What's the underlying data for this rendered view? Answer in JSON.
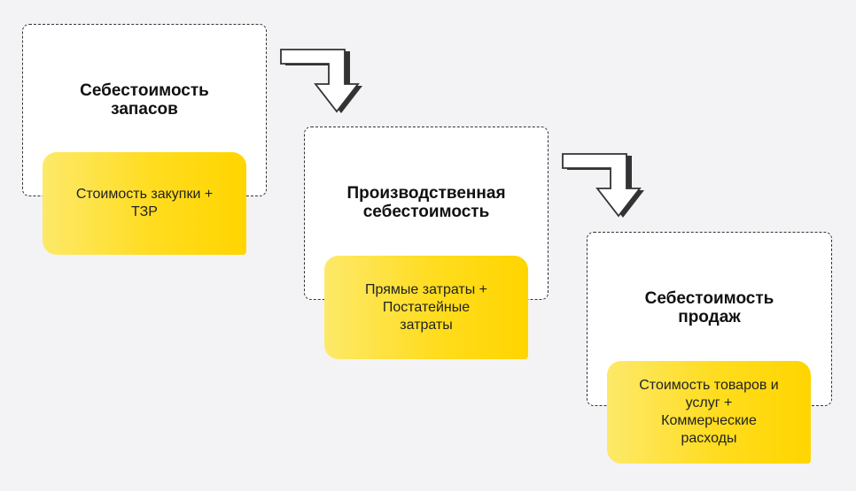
{
  "steps": [
    {
      "title": "Себестоимость\nзапасов",
      "formula": "Стоимость закупки +\nТЗР"
    },
    {
      "title": "Производственная\nсебестоимость",
      "formula": "Прямые затраты +\nПостатейные\nзатраты"
    },
    {
      "title": "Себестоимость\nпродаж",
      "formula": "Стоимость товаров и\nуслуг +\nКоммерческие\nрасходы"
    }
  ],
  "colors": {
    "background": "#f3f3f5",
    "accent_yellow": "#ffd500",
    "border": "#333333"
  },
  "icons": [
    "bent-arrow-down-icon",
    "bent-arrow-down-icon"
  ]
}
